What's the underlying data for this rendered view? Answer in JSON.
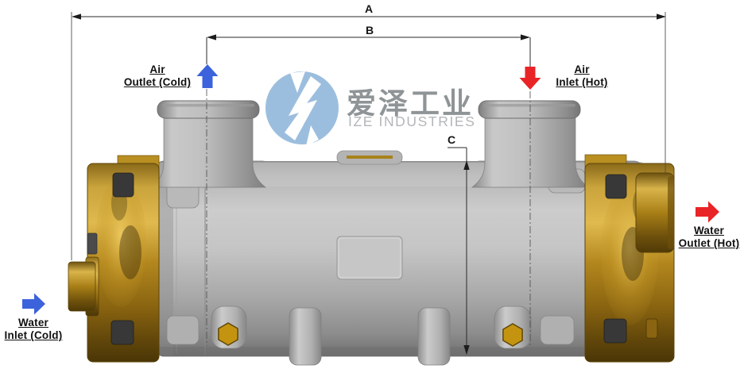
{
  "dimensions": {
    "a_label": "A",
    "b_label": "B",
    "c_label": "C"
  },
  "flow_labels": {
    "air_outlet": {
      "line1": "Air",
      "line2": "Outlet (Cold)"
    },
    "air_inlet": {
      "line1": "Air",
      "line2": "Inlet (Hot)"
    },
    "water_inlet": {
      "line1": "Water",
      "line2": "Inlet (Cold)"
    },
    "water_outlet": {
      "line1": "Water",
      "line2": "Outlet (Hot)"
    }
  },
  "watermark": {
    "chinese": "爱泽工业",
    "english": "IZE INDUSTRIES"
  },
  "colors": {
    "cold_flow": "#3c63db",
    "hot_flow": "#e92427",
    "dimension_line": "#1c1c1c",
    "logo_blue": "#9cbede",
    "brass": "#b3871e",
    "body_grey": "#b5b5b5"
  }
}
